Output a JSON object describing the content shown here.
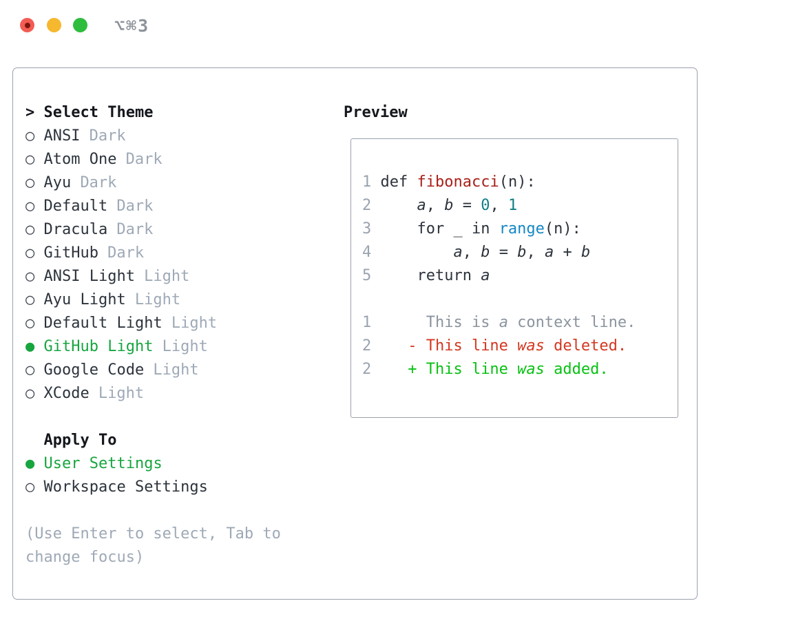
{
  "window": {
    "title": "⌥⌘3"
  },
  "icons": {
    "radio_off": "○",
    "radio_on": "●",
    "prompt": ">"
  },
  "theme_picker": {
    "header": "Select Theme",
    "themes": [
      {
        "name": "ANSI",
        "variant": "Dark",
        "selected": false
      },
      {
        "name": "Atom One",
        "variant": "Dark",
        "selected": false
      },
      {
        "name": "Ayu",
        "variant": "Dark",
        "selected": false
      },
      {
        "name": "Default",
        "variant": "Dark",
        "selected": false
      },
      {
        "name": "Dracula",
        "variant": "Dark",
        "selected": false
      },
      {
        "name": "GitHub",
        "variant": "Dark",
        "selected": false
      },
      {
        "name": "ANSI Light",
        "variant": "Light",
        "selected": false
      },
      {
        "name": "Ayu Light",
        "variant": "Light",
        "selected": false
      },
      {
        "name": "Default Light",
        "variant": "Light",
        "selected": false
      },
      {
        "name": "GitHub Light",
        "variant": "Light",
        "selected": true
      },
      {
        "name": "Google Code",
        "variant": "Light",
        "selected": false
      },
      {
        "name": "XCode",
        "variant": "Light",
        "selected": false
      }
    ],
    "apply_to": {
      "header": "Apply To",
      "options": [
        {
          "label": "User Settings",
          "selected": true
        },
        {
          "label": "Workspace Settings",
          "selected": false
        }
      ]
    },
    "help_text": "(Use Enter to select, Tab to change focus)"
  },
  "preview": {
    "header": "Preview",
    "lines": [
      {
        "n": "1",
        "s": [
          [
            " def ",
            "c"
          ],
          [
            "fibonacci",
            "f"
          ],
          [
            "(n):",
            "c"
          ]
        ]
      },
      {
        "n": "2",
        "s": [
          [
            "     ",
            "c"
          ],
          [
            "a",
            "v"
          ],
          [
            ", ",
            "c"
          ],
          [
            "b",
            "v"
          ],
          [
            " = ",
            "c"
          ],
          [
            "0",
            "n"
          ],
          [
            ", ",
            "c"
          ],
          [
            "1",
            "n"
          ]
        ]
      },
      {
        "n": "3",
        "s": [
          [
            "     for _ in ",
            "c"
          ],
          [
            "range",
            "b"
          ],
          [
            "(n):",
            "c"
          ]
        ]
      },
      {
        "n": "4",
        "s": [
          [
            "         ",
            "c"
          ],
          [
            "a",
            "v"
          ],
          [
            ", ",
            "c"
          ],
          [
            "b",
            "v"
          ],
          [
            " = ",
            "c"
          ],
          [
            "b",
            "v"
          ],
          [
            ", ",
            "c"
          ],
          [
            "a",
            "v"
          ],
          [
            " + ",
            "c"
          ],
          [
            "b",
            "v"
          ]
        ]
      },
      {
        "n": "5",
        "s": [
          [
            "     return ",
            "c"
          ],
          [
            "a",
            "v"
          ]
        ]
      },
      {
        "n": "",
        "s": []
      },
      {
        "n": "1",
        "s": [
          [
            "      This is ",
            "x"
          ],
          [
            "a",
            "xi"
          ],
          [
            " context line.",
            "x"
          ]
        ]
      },
      {
        "n": "2",
        "s": [
          [
            "    - This line ",
            "d"
          ],
          [
            "was",
            "di"
          ],
          [
            " deleted.",
            "d"
          ]
        ]
      },
      {
        "n": "2",
        "s": [
          [
            "    + This line ",
            "a"
          ],
          [
            "was",
            "ai"
          ],
          [
            " added.",
            "a"
          ]
        ]
      }
    ]
  },
  "colors": {
    "border": "#9aa1ac",
    "text_dark": "#2c333c",
    "header_text": "#14171c",
    "muted": "#9ea9b6",
    "line_number": "#9aa3b0",
    "context": "#8b949e",
    "selected_green": "#17a540",
    "added_green": "#07c112",
    "deleted_red": "#d33720",
    "function_red": "#a82019",
    "number_teal": "#0e7e85",
    "builtin_blue": "#1487c4",
    "traffic_red": "#f25c53",
    "traffic_red_dot": "#7c150b",
    "traffic_yellow": "#f5b82e",
    "traffic_green": "#2ebd3d",
    "title_gray": "#8e939a"
  }
}
